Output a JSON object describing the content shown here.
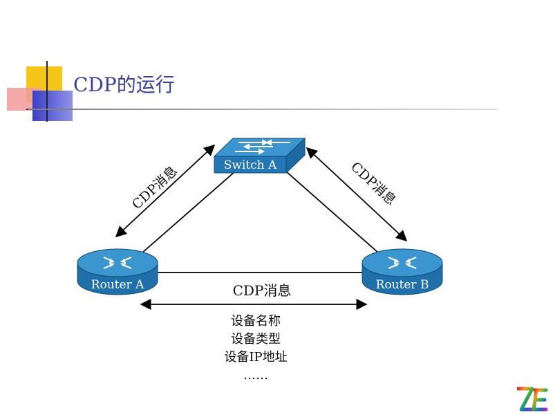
{
  "slide": {
    "title": "CDP的运行"
  },
  "devices": {
    "switch": {
      "label": "Switch A",
      "icon": "switch-icon"
    },
    "router_a": {
      "label": "Router A",
      "icon": "router-icon"
    },
    "router_b": {
      "label": "Router B",
      "icon": "router-icon"
    }
  },
  "messages": {
    "left": "CDP消息",
    "right": "CDP消息",
    "bottom": "CDP消息"
  },
  "cdp_info": [
    "设备名称",
    "设备类型",
    "设备IP地址",
    "……"
  ],
  "colors": {
    "title": "#3a3f9c",
    "device_top": "#2b88c2",
    "device_side": "#1a5f96",
    "deco_yellow": "#f5c518",
    "deco_blue": "#3b3fc4",
    "deco_red": "#f08080"
  }
}
